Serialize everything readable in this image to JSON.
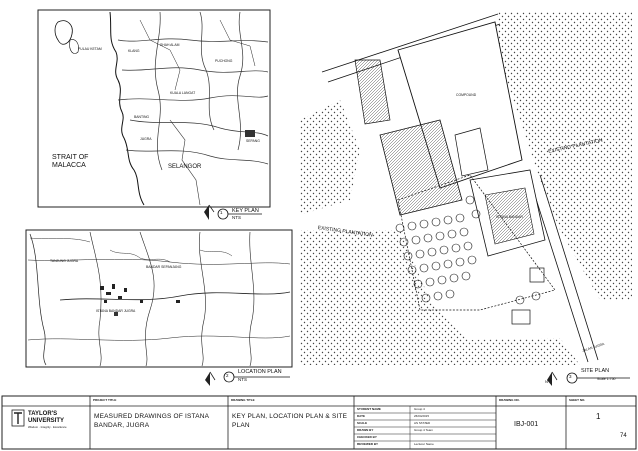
{
  "key_plan": {
    "region_strait": "STRAIT OF\nMALACCA",
    "region_selangor": "SELANGOR",
    "title": "KEY PLAN",
    "scale": "NTS",
    "number": "1",
    "small_labels": [
      "KLANG",
      "SHAH ALAM",
      "PUCHONG",
      "BANTING",
      "JUGRA",
      "SEPANG",
      "PULAU KETAM",
      "KUALA LANGAT"
    ]
  },
  "location_plan": {
    "title": "LOCATION PLAN",
    "scale": "NTS",
    "number": "2",
    "small_labels": [
      "TANJUNG JUGRA",
      "BANDAR SEPANJANG",
      "ISTANA BANDAR JUGRA"
    ]
  },
  "site_plan": {
    "title": "SITE PLAN",
    "scale": "Scale 1:750",
    "number": "3",
    "north": "N",
    "labels": {
      "east": "EXISTING PLANTATION",
      "west": "EXISTING PLANTATION",
      "road": "JALAN JUGRA",
      "building": "ISTANA BANDAR",
      "compound": "COMPOUND"
    }
  },
  "title_block": {
    "logo_line1": "TAYLOR'S",
    "logo_line2": "UNIVERSITY",
    "logo_tagline": "Wisdom · Integrity · Excellence",
    "project_title_header": "PROJECT TITLE",
    "project_title": "MEASURED DRAWINGS OF ISTANA BANDAR, JUGRA",
    "drawing_title_header": "DRAWING TITLE",
    "drawing_title": "KEY PLAN, LOCATION PLAN & SITE PLAN",
    "info_rows": [
      {
        "label": "STUDENT NAME",
        "value": "Group 4"
      },
      {
        "label": "DATE",
        "value": "26/04/2015"
      },
      {
        "label": "SCALE",
        "value": "AS STATED"
      },
      {
        "label": "DRAWN BY",
        "value": "Group 4 Team"
      },
      {
        "label": "CHECKED BY",
        "value": ""
      },
      {
        "label": "REVIEWED BY",
        "value": "Lecturer Name"
      }
    ],
    "drawing_no_header": "DRAWING NO.",
    "drawing_no": "IBJ-001",
    "sheet_no_header": "SHEET NO.",
    "sheet_no": "1",
    "page_no": "74"
  }
}
